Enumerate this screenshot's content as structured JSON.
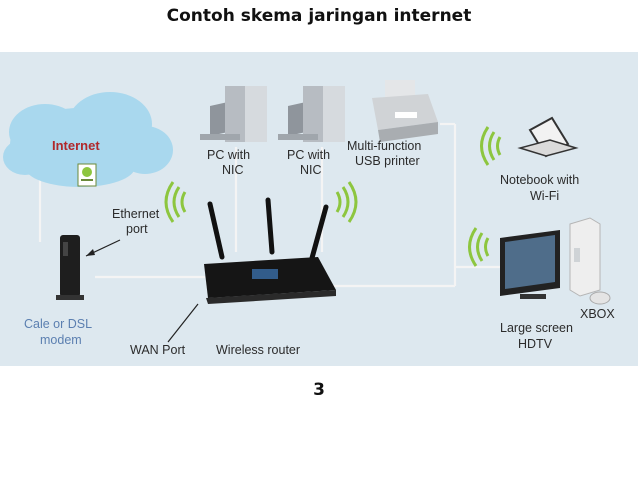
{
  "title": "Contoh skema jaringan internet",
  "page_number": "3",
  "diagram": {
    "internet_label": "Internet",
    "ethernet_label": [
      "Ethernet",
      "port"
    ],
    "modem_label": [
      "Cale or DSL",
      "modem"
    ],
    "wan_label": "WAN Port",
    "router_label": "Wireless router",
    "pc1_label": [
      "PC with",
      "NIC"
    ],
    "pc2_label": [
      "PC with",
      "NIC"
    ],
    "printer_label": [
      "Multi-function",
      "USB printer"
    ],
    "notebook_label": [
      "Notebook with",
      "Wi-Fi"
    ],
    "xbox_label": "XBOX",
    "hdtv_label": [
      "Large screen",
      "HDTV"
    ]
  },
  "colors": {
    "background_panel": "#dde8ef",
    "cloud": "#a9d8ee",
    "wifi_signal": "#8dc63f",
    "internet_text": "#b0282b",
    "modem_text": "#5b7fb0"
  }
}
